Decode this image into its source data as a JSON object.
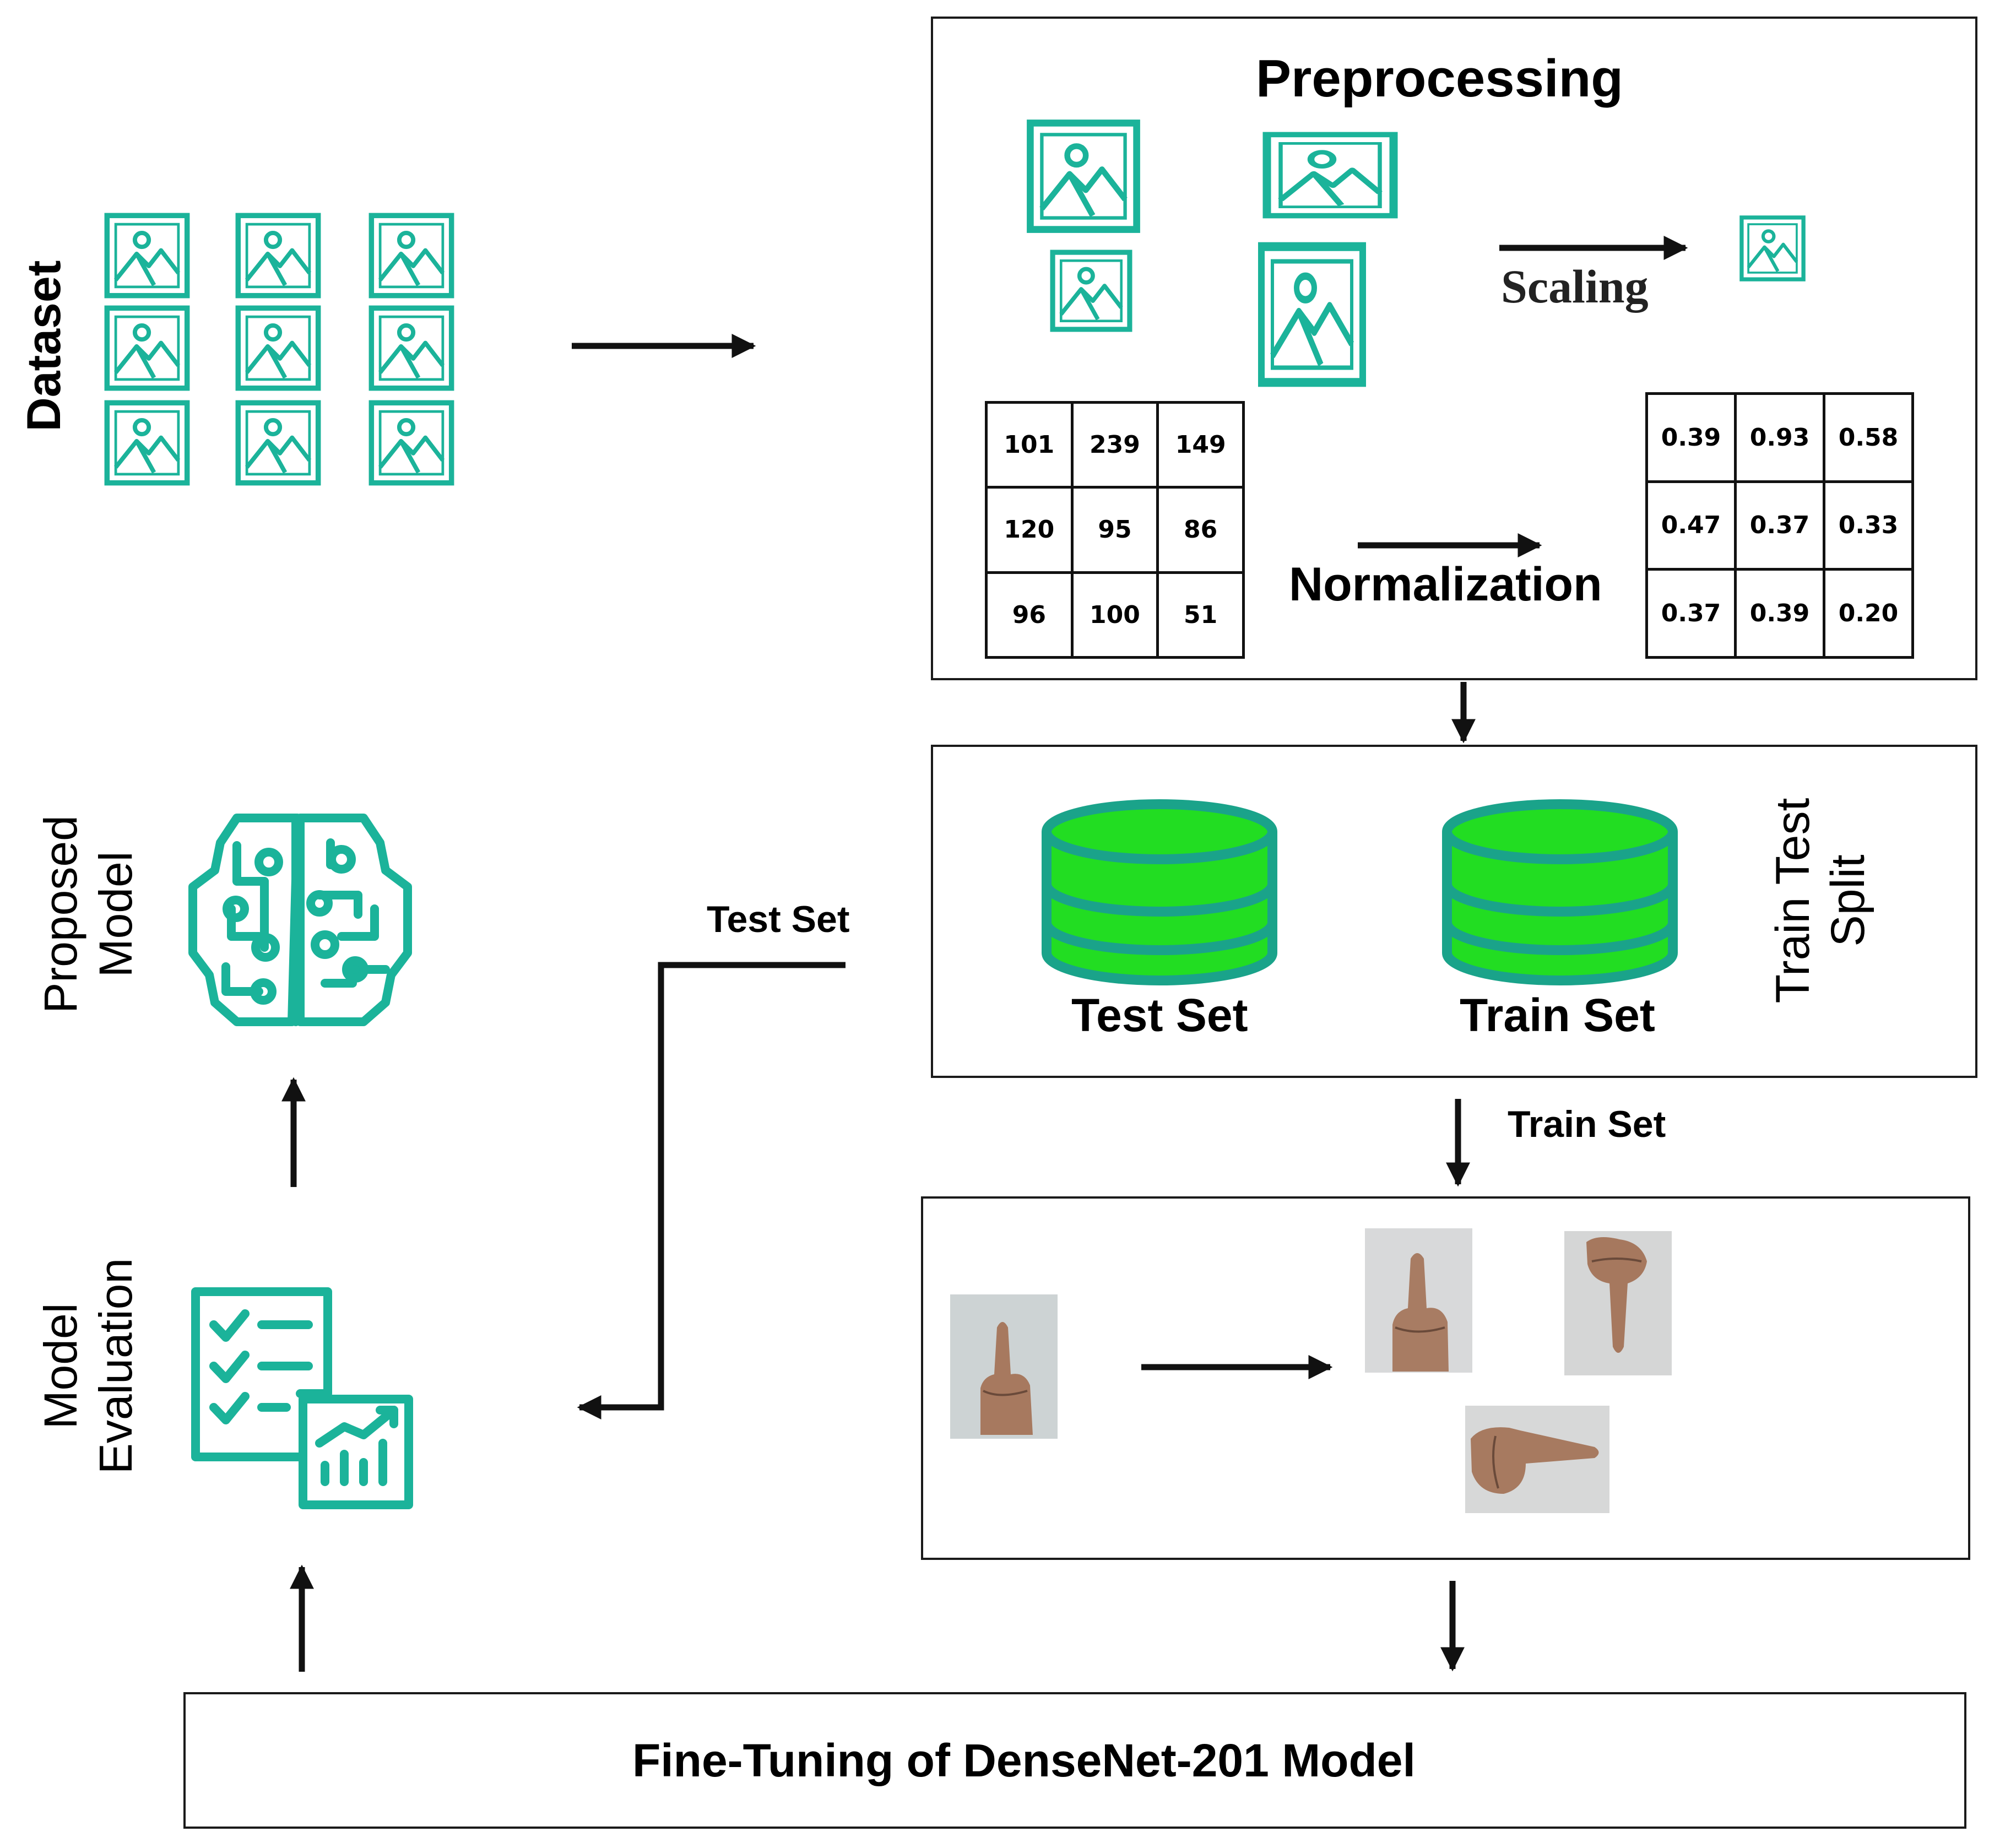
{
  "labels": {
    "dataset": "Dataset",
    "preprocessing": "Preprocessing",
    "scaling": "Scaling",
    "normalization": "Normalization",
    "train_test_split": [
      "Train Test",
      "Split"
    ],
    "test_set_db": "Test Set",
    "train_set_db": "Train Set",
    "train_set_arrow": "Train Set",
    "test_set_arrow": "Test Set",
    "proposed_model": [
      "Proposed",
      "Model"
    ],
    "model_evaluation": [
      "Model",
      "Evaluation"
    ],
    "fine_tuning": "Fine-Tuning of DenseNet-201 Model"
  },
  "raw_pixels": [
    [
      "101",
      "239",
      "149"
    ],
    [
      "120",
      "95",
      "86"
    ],
    [
      "96",
      "100",
      "51"
    ]
  ],
  "normalized_pixels": [
    [
      "0.39",
      "0.93",
      "0.58"
    ],
    [
      "0.47",
      "0.37",
      "0.33"
    ],
    [
      "0.37",
      "0.39",
      "0.20"
    ]
  ],
  "colors": {
    "teal": "#1bb39a",
    "db_fill": "#22dd22",
    "db_stroke": "#1aa38a",
    "border": "#1a1a1a"
  },
  "icons": {
    "dataset": "image-icon",
    "model": "brain-circuit-icon",
    "evaluation": "checklist-chart-icon",
    "split": "database-icon",
    "augmentation": "hand-photo"
  }
}
